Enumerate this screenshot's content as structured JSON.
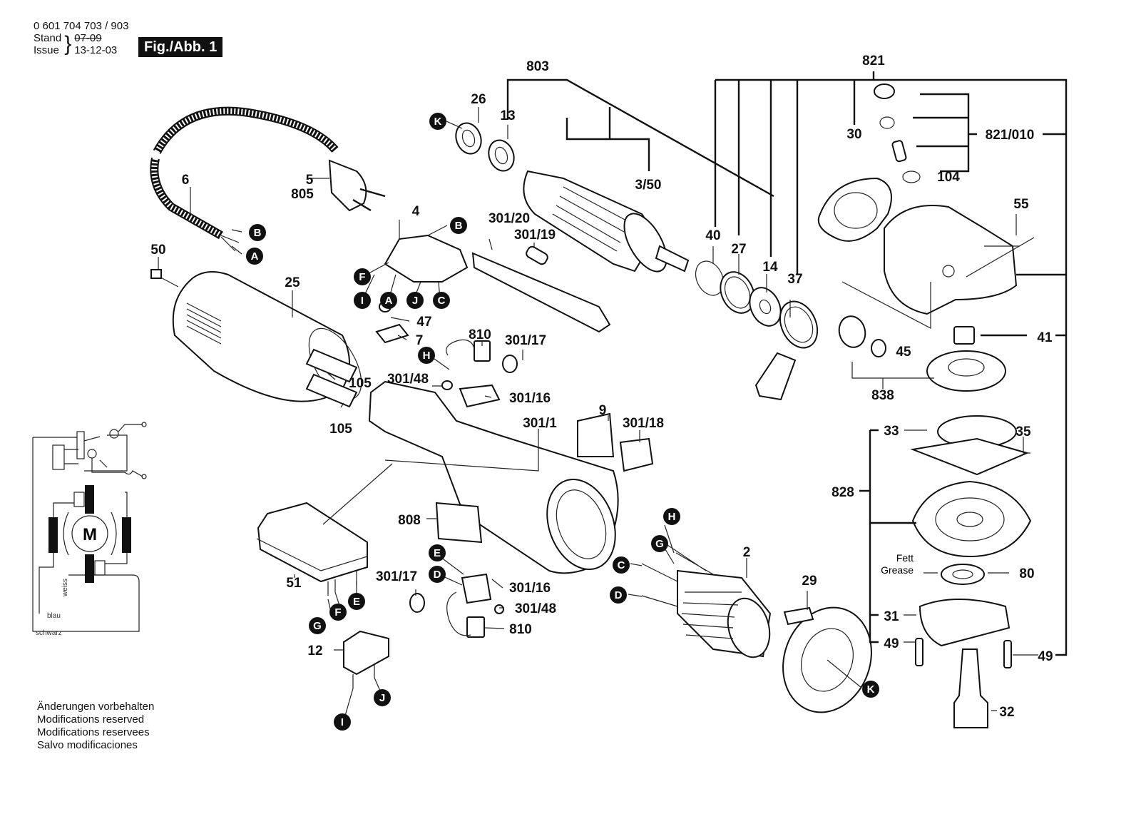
{
  "header": {
    "part_number": "0 601 704 703 / 903",
    "stand_label": "Stand",
    "issue_label": "Issue",
    "stand_value": "07-09",
    "issue_value": "13-12-03",
    "figure_badge": "Fig./Abb. 1"
  },
  "footnote": {
    "lines": [
      "Änderungen vorbehalten",
      "Modifications reserved",
      "Modifications reservees",
      "Salvo modificaciones"
    ]
  },
  "grease_note": {
    "line1": "Fett",
    "line2": "Grease"
  },
  "schematic": {
    "motor_label": "M",
    "wire_weiss": "weiss",
    "wire_blau": "blau",
    "wire_schwarz": "schwarz"
  },
  "part_labels": {
    "p803": "803",
    "p821": "821",
    "p821_010": "821/010",
    "p104": "104",
    "p26": "26",
    "p13": "13",
    "p3_50": "3/50",
    "p30": "30",
    "p55": "55",
    "p5": "5",
    "p805": "805",
    "p6": "6",
    "p50": "50",
    "p25": "25",
    "p105a": "105",
    "p105b": "105",
    "p4": "4",
    "p301_20": "301/20",
    "p301_19": "301/19",
    "p47": "47",
    "p7": "7",
    "p810a": "810",
    "p301_17a": "301/17",
    "p301_48a": "301/48",
    "p301_16a": "301/16",
    "p9": "9",
    "p301_18": "301/18",
    "p301_1": "301/1",
    "p40": "40",
    "p27": "27",
    "p14": "14",
    "p37": "37",
    "p45": "45",
    "p41": "41",
    "p838": "838",
    "p33": "33",
    "p35": "35",
    "p828": "828",
    "p80": "80",
    "p31": "31",
    "p49a": "49",
    "p49b": "49",
    "p32": "32",
    "p808": "808",
    "p301_17b": "301/17",
    "p301_16b": "301/16",
    "p301_48b": "301/48",
    "p810b": "810",
    "p51": "51",
    "p12": "12",
    "p2": "2",
    "p29": "29"
  },
  "connectors": {
    "K_top": "K",
    "B_cord": "B",
    "A_cord": "A",
    "B_switch": "B",
    "F_switch": "F",
    "I_switch": "I",
    "A_switch": "A",
    "J_switch": "J",
    "C_switch": "C",
    "H_brush": "H",
    "E_brush": "E",
    "D_brush": "D",
    "G_filter": "G",
    "F_filter": "F",
    "E_filter": "E",
    "J_cap": "J",
    "I_cap": "I",
    "H_field": "H",
    "G_field": "G",
    "C_field": "C",
    "D_field": "D",
    "K_bottom": "K"
  }
}
